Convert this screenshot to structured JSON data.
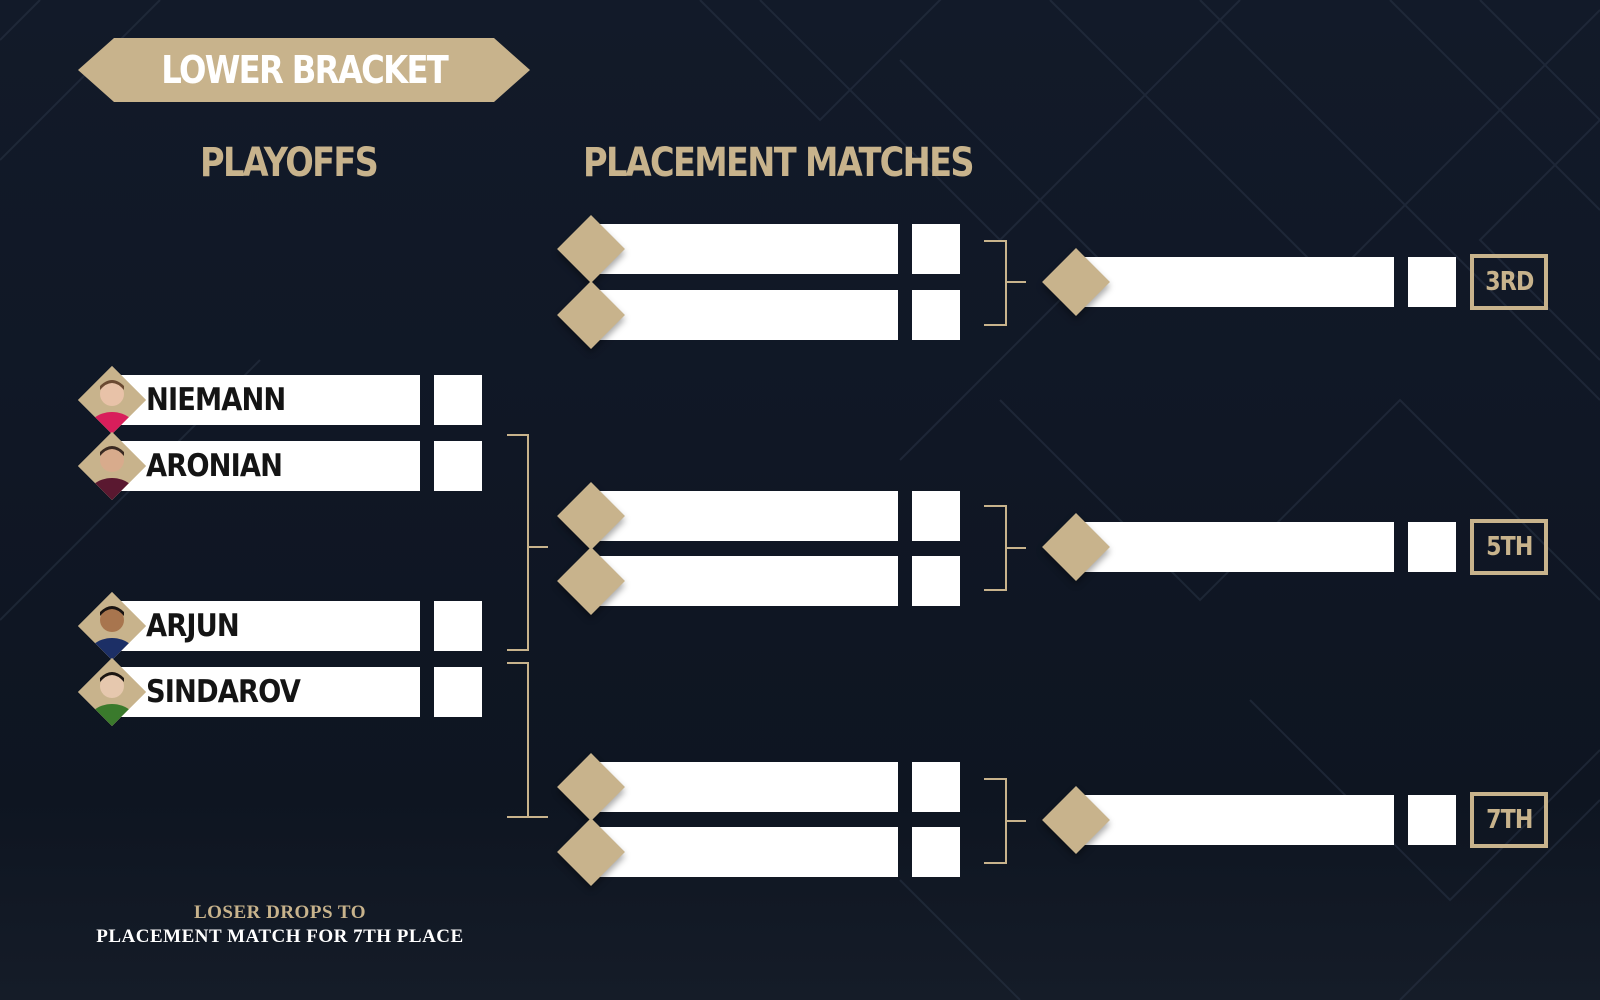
{
  "banner": {
    "title": "LOWER BRACKET"
  },
  "columns": {
    "playoffs": "PLAYOFFS",
    "placement": "PLACEMENT MATCHES"
  },
  "players": [
    {
      "name": "NIEMANN",
      "shirt": "#d81e5b",
      "skin": "#e8c2a8",
      "hair": "#6b4a32"
    },
    {
      "name": "ARONIAN",
      "shirt": "#5a1830",
      "skin": "#d8ab8c",
      "hair": "#3a2a22"
    },
    {
      "name": "ARJUN",
      "shirt": "#1c2f66",
      "skin": "#a8754e",
      "hair": "#1a1412"
    },
    {
      "name": "SINDAROV",
      "shirt": "#3a7a2c",
      "skin": "#e6c8ae",
      "hair": "#1c1612"
    }
  ],
  "placements": {
    "third": "3RD",
    "fifth": "5TH",
    "seventh": "7TH"
  },
  "note": {
    "line1": "LOSER DROPS TO",
    "line2": "PLACEMENT MATCH FOR 7TH PLACE"
  },
  "colors": {
    "gold": "#c8b38c",
    "background": "#111827",
    "slot": "#ffffff"
  },
  "icons": [
    "player-photo",
    "bracket-diamond"
  ]
}
